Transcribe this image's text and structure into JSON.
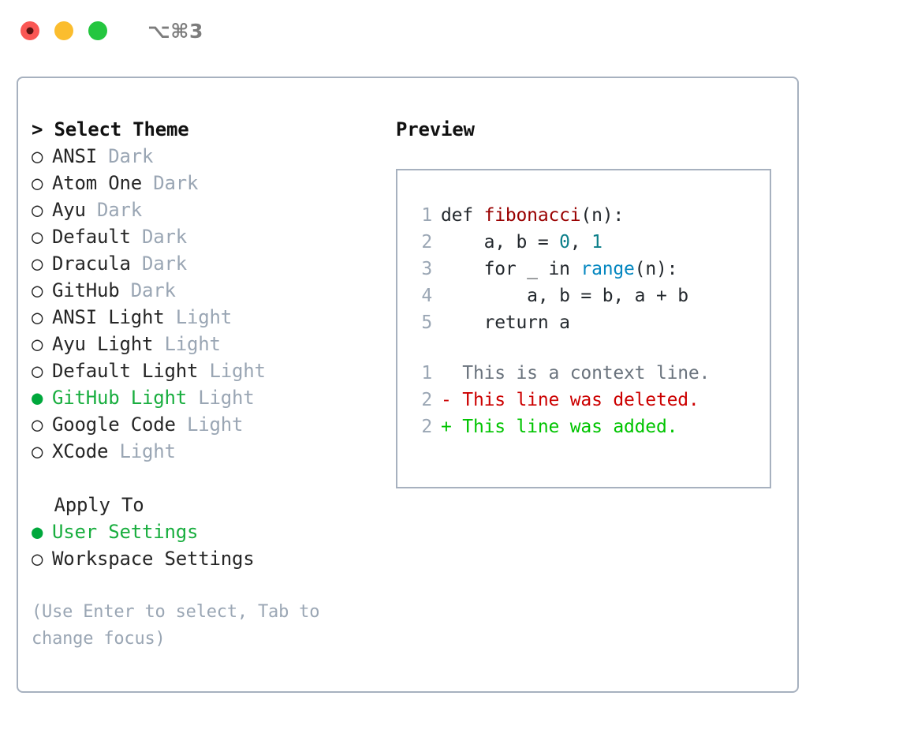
{
  "titlebar": {
    "dots": [
      {
        "name": "close-dot",
        "color": "#fa5754"
      },
      {
        "name": "minimize-dot",
        "color": "#fbbd2e"
      },
      {
        "name": "maximize-dot",
        "color": "#24c63f"
      }
    ],
    "shortcut": "⌥⌘3"
  },
  "left": {
    "heading": "> Select Theme",
    "themes": [
      {
        "bullet": "○",
        "selected": false,
        "name": "ANSI",
        "kind": " Dark"
      },
      {
        "bullet": "○",
        "selected": false,
        "name": "Atom One",
        "kind": " Dark"
      },
      {
        "bullet": "○",
        "selected": false,
        "name": "Ayu",
        "kind": " Dark"
      },
      {
        "bullet": "○",
        "selected": false,
        "name": "Default",
        "kind": " Dark"
      },
      {
        "bullet": "○",
        "selected": false,
        "name": "Dracula",
        "kind": " Dark"
      },
      {
        "bullet": "○",
        "selected": false,
        "name": "GitHub",
        "kind": " Dark"
      },
      {
        "bullet": "○",
        "selected": false,
        "name": "ANSI Light",
        "kind": " Light"
      },
      {
        "bullet": "○",
        "selected": false,
        "name": "Ayu Light",
        "kind": " Light"
      },
      {
        "bullet": "○",
        "selected": false,
        "name": "Default Light",
        "kind": " Light"
      },
      {
        "bullet": "●",
        "selected": true,
        "name": "GitHub Light",
        "kind": " Light"
      },
      {
        "bullet": "○",
        "selected": false,
        "name": "Google Code",
        "kind": " Light"
      },
      {
        "bullet": "○",
        "selected": false,
        "name": "XCode",
        "kind": " Light"
      }
    ],
    "apply_to_heading": "  Apply To",
    "apply_to": [
      {
        "bullet": "●",
        "selected": true,
        "name": "User Settings"
      },
      {
        "bullet": "○",
        "selected": false,
        "name": "Workspace Settings"
      }
    ],
    "hint": "(Use Enter to select, Tab to\nchange focus)"
  },
  "preview": {
    "title": "Preview",
    "code_lines": [
      {
        "no": "1",
        "tokens": [
          {
            "t": "def ",
            "c": "plain"
          },
          {
            "t": "fibonacci",
            "c": "fn"
          },
          {
            "t": "(n):",
            "c": "plain"
          }
        ]
      },
      {
        "no": "2",
        "tokens": [
          {
            "t": "    a, b = ",
            "c": "plain"
          },
          {
            "t": "0",
            "c": "num"
          },
          {
            "t": ", ",
            "c": "plain"
          },
          {
            "t": "1",
            "c": "num"
          }
        ]
      },
      {
        "no": "3",
        "tokens": [
          {
            "t": "    for _ in ",
            "c": "plain"
          },
          {
            "t": "range",
            "c": "blue"
          },
          {
            "t": "(n):",
            "c": "plain"
          }
        ]
      },
      {
        "no": "4",
        "tokens": [
          {
            "t": "        a, b = b, a + b",
            "c": "plain"
          }
        ]
      },
      {
        "no": "5",
        "tokens": [
          {
            "t": "    return a",
            "c": "plain"
          }
        ]
      }
    ],
    "diff_lines": [
      {
        "no": "1",
        "marker": "  ",
        "text": "This is a context line.",
        "kind": "ctx"
      },
      {
        "no": "2",
        "marker": "- ",
        "text": "This line was deleted.",
        "kind": "del"
      },
      {
        "no": "2",
        "marker": "+ ",
        "text": "This line was added.",
        "kind": "add"
      }
    ]
  },
  "colors": {
    "border": "#a7b1bf",
    "muted": "#9aa6b4",
    "selected_green": "#19ae3f",
    "bullet_green": "#00a83c",
    "code_fn": "#990000",
    "code_num": "#0c7f8a",
    "code_blue": "#0587c0",
    "diff_add": "#00c400",
    "diff_del": "#cc0000",
    "diff_ctx": "#6a737d"
  }
}
